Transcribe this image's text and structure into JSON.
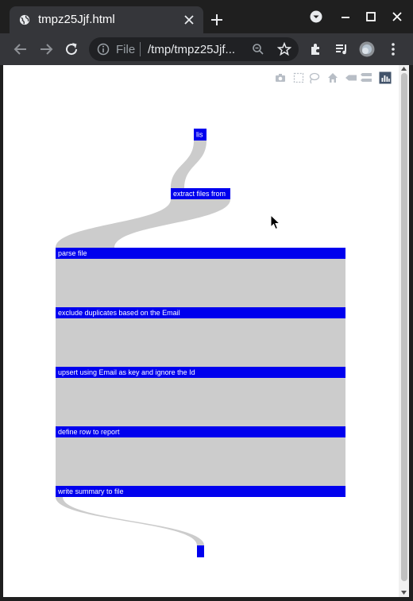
{
  "browser": {
    "tab_title": "tmpz25Jjf.html",
    "omnibox": {
      "scheme": "File",
      "url": "/tmp/tmpz25Jjf..."
    }
  },
  "colors": {
    "node": "#0000ee",
    "link": "#cccccc",
    "modebar_active": "#42536a",
    "modebar_inactive": "#b8bec6"
  },
  "modebar": [
    {
      "name": "camera-icon"
    },
    {
      "name": "box-select-icon"
    },
    {
      "name": "lasso-select-icon"
    },
    {
      "name": "home-icon"
    },
    {
      "name": "hover-closest-icon"
    },
    {
      "name": "hover-compare-icon"
    },
    {
      "name": "plotly-logo-icon"
    }
  ],
  "chart_data": {
    "type": "sankey",
    "nodes": [
      {
        "label": "lis"
      },
      {
        "label": "extract files from"
      },
      {
        "label": "parse file"
      },
      {
        "label": "exclude duplicates based on the Email"
      },
      {
        "label": "upsert using Email as key and ignore the Id"
      },
      {
        "label": "define row to report"
      },
      {
        "label": "write summary to file"
      },
      {
        "label": ""
      }
    ],
    "links": [
      {
        "source": 0,
        "target": 1,
        "value": 1
      },
      {
        "source": 1,
        "target": 2,
        "value": 1
      },
      {
        "source": 2,
        "target": 3,
        "value": 1
      },
      {
        "source": 3,
        "target": 4,
        "value": 1
      },
      {
        "source": 4,
        "target": 5,
        "value": 1
      },
      {
        "source": 5,
        "target": 6,
        "value": 1
      },
      {
        "source": 6,
        "target": 7,
        "value": 1
      }
    ]
  }
}
